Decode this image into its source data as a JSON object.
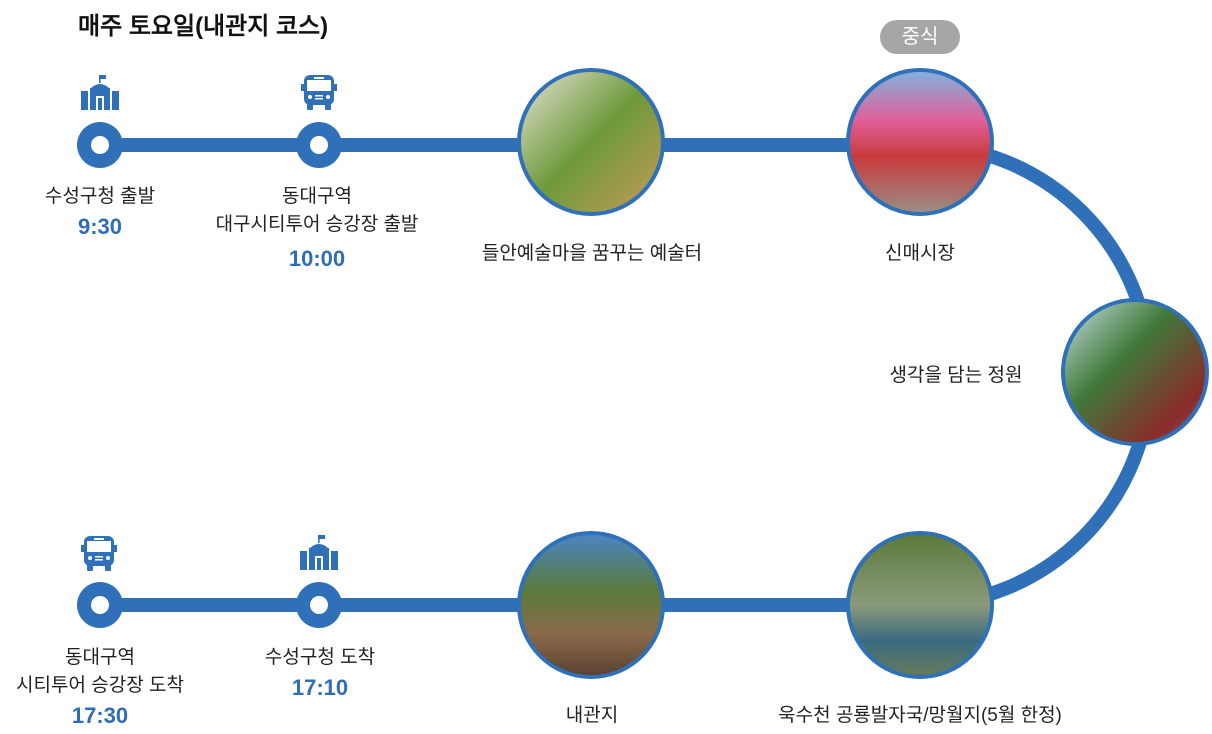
{
  "title": "매주 토요일(내관지 코스)",
  "lunch_badge": "중식",
  "colors": {
    "route": "#3070b8",
    "time": "#2f6db5",
    "badge": "#a6a6a6"
  },
  "stops": [
    {
      "name": "수성구청 출발",
      "time": "9:30",
      "icon": "city-hall-icon"
    },
    {
      "name": "동대구역",
      "name2": "대구시티투어 승강장 출발",
      "time": "10:00",
      "icon": "bus-icon"
    },
    {
      "name": "들안예술마을 꿈꾸는 예술터",
      "photo": "art-village-photo"
    },
    {
      "name": "신매시장",
      "photo": "market-photo"
    },
    {
      "name": "생각을 담는 정원",
      "photo": "garden-photo"
    },
    {
      "name": "욱수천 공룡발자국/망월지(5월 한정)",
      "photo": "reservoir-photo"
    },
    {
      "name": "내관지",
      "photo": "naegwanji-photo"
    },
    {
      "name": "수성구청 도착",
      "time": "17:10",
      "icon": "city-hall-icon"
    },
    {
      "name": "동대구역",
      "name2": "시티투어 승강장 도착",
      "time": "17:30",
      "icon": "bus-icon"
    }
  ]
}
